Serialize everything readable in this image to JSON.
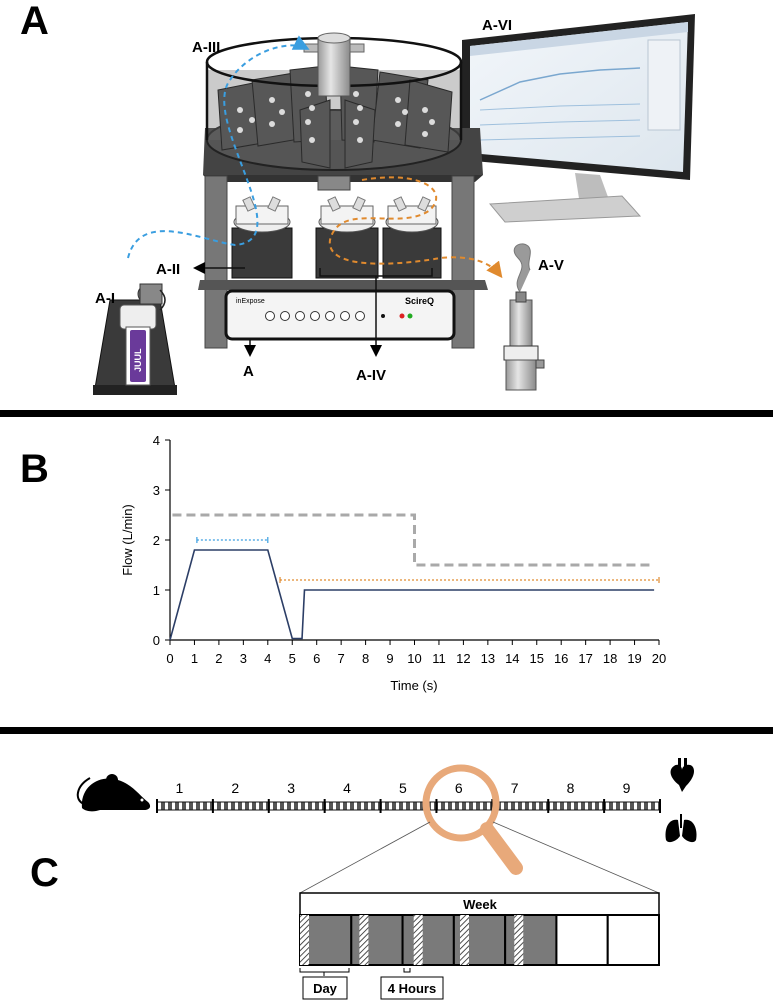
{
  "panels": {
    "a": "A",
    "b": "B",
    "c": "C"
  },
  "panel_a": {
    "callouts": {
      "i": "A-I",
      "ii": "A-II",
      "iii": "A-III",
      "iv": "A-IV",
      "v": "A-V",
      "vi": "A-VI",
      "a": "A"
    },
    "device_left_label": "inExpose",
    "device_right_label": "ScireQ",
    "vape_label": "JUUL"
  },
  "chart_data": {
    "type": "line",
    "title": "",
    "xlabel": "Time (s)",
    "ylabel": "Flow (L/min)",
    "xlim": [
      0,
      20
    ],
    "ylim": [
      0,
      4
    ],
    "x_ticks": [
      0,
      1,
      2,
      3,
      4,
      5,
      6,
      7,
      8,
      9,
      10,
      11,
      12,
      13,
      14,
      15,
      16,
      17,
      18,
      19,
      20
    ],
    "y_ticks": [
      0,
      1,
      2,
      3,
      4
    ],
    "grid": false,
    "series": [
      {
        "style": "solid",
        "color": "#2c3e66",
        "points": [
          [
            0,
            0
          ],
          [
            1,
            1.8
          ],
          [
            4,
            1.8
          ],
          [
            5,
            0.03
          ],
          [
            5.4,
            0.03
          ],
          [
            5.5,
            1
          ],
          [
            19.8,
            1
          ]
        ]
      },
      {
        "style": "dashed",
        "color": "#a9a9a9",
        "points": [
          [
            0.1,
            2.5
          ],
          [
            10,
            2.5
          ],
          [
            10,
            1.5
          ],
          [
            19.8,
            1.5
          ]
        ]
      }
    ],
    "intervals": [
      {
        "style": "dotted-bar",
        "color": "#3a9ee0",
        "x": [
          1.1,
          4.0
        ],
        "y": 2.0
      },
      {
        "style": "dotted-bar",
        "color": "#e08a2e",
        "x": [
          4.5,
          20.0
        ],
        "y": 1.2
      }
    ]
  },
  "panel_c": {
    "weeks": [
      "1",
      "2",
      "3",
      "4",
      "5",
      "6",
      "7",
      "8",
      "9"
    ],
    "week_header": "Week",
    "day_label": "Day",
    "hours_label": "4 Hours",
    "day_boxes": 7,
    "exposure_days": 5,
    "colors": {
      "magnifier": "#e8a97a",
      "exposure_day": "#7a7a7a"
    }
  }
}
